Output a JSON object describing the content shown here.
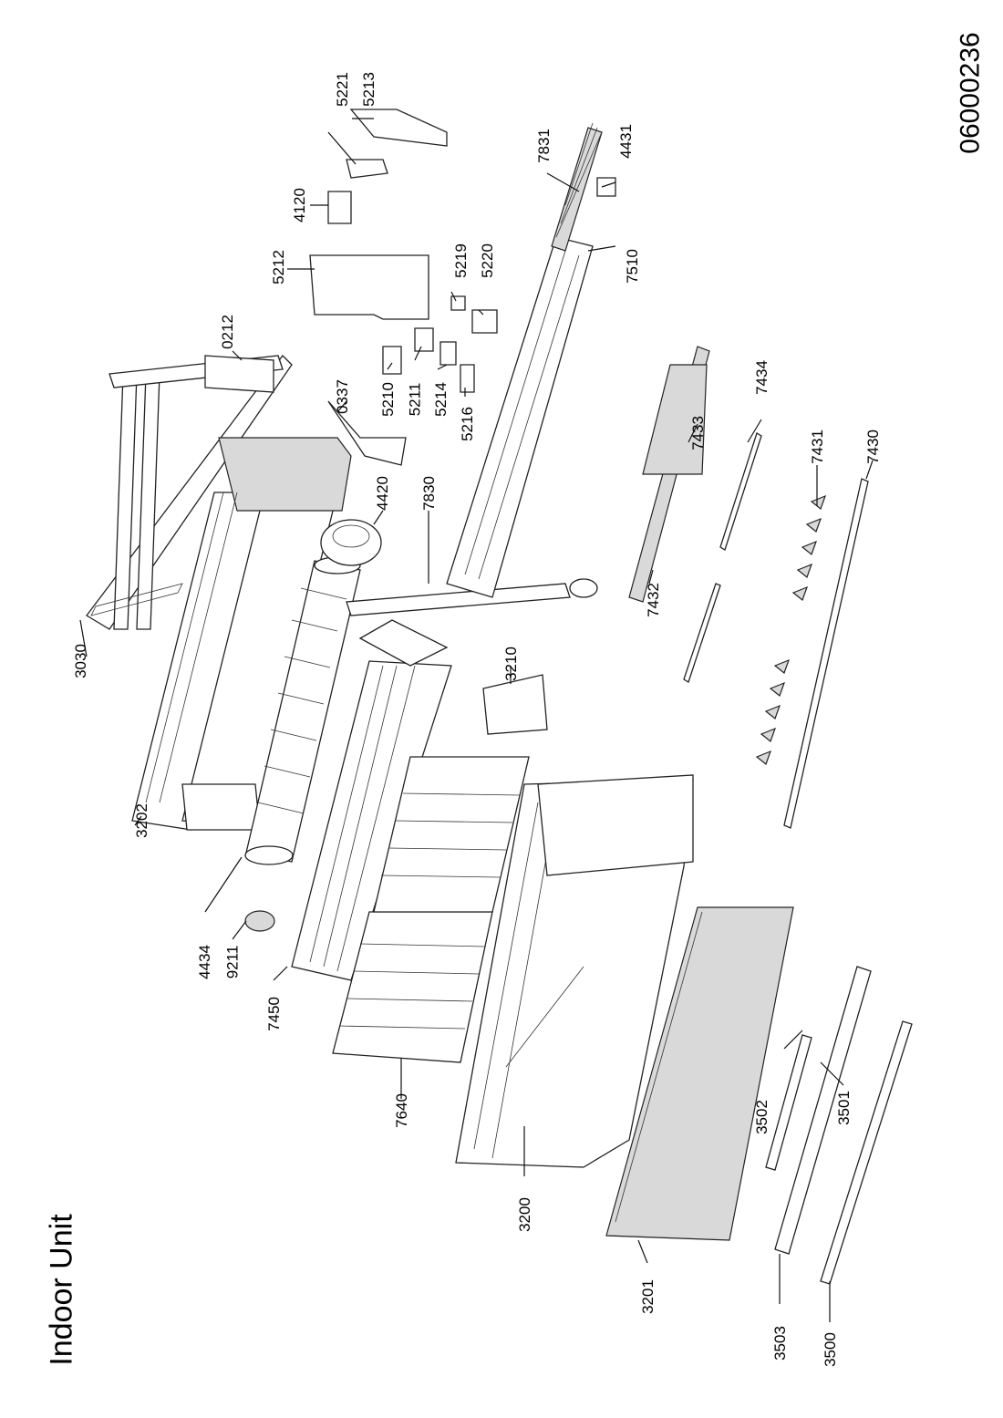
{
  "title": "Indoor Unit",
  "document_number": "06000236",
  "part_labels": {
    "p5221": "5221",
    "p5213": "5213",
    "p7831": "7831",
    "p4431": "4431",
    "p4120": "4120",
    "p5212": "5212",
    "p5219": "5219",
    "p5220": "5220",
    "p7510": "7510",
    "p0212": "0212",
    "p0337": "0337",
    "p5210": "5210",
    "p5211": "5211",
    "p5214": "5214",
    "p5216": "5216",
    "p7434": "7434",
    "p7433": "7433",
    "p4420": "4420",
    "p7830": "7830",
    "p7431": "7431",
    "p7430": "7430",
    "p7432": "7432",
    "p3030": "3030",
    "p3210": "3210",
    "p3202": "3202",
    "p4434": "4434",
    "p9211": "9211",
    "p7450": "7450",
    "p7640": "7640",
    "p3502": "3502",
    "p3501": "3501",
    "p3200": "3200",
    "p3201": "3201",
    "p3503": "3503",
    "p3500": "3500"
  }
}
